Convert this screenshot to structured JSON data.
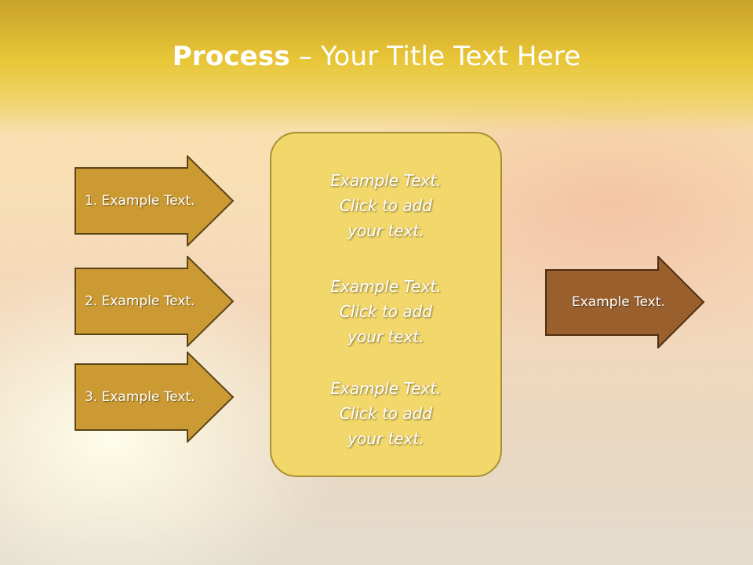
{
  "slide": {
    "title_bold": "Process",
    "title_rest": " – Your Title Text Here"
  },
  "inputs": [
    {
      "label": "1. Example Text."
    },
    {
      "label": "2. Example Text."
    },
    {
      "label": "3. Example Text."
    }
  ],
  "center": {
    "blocks": [
      {
        "lines": [
          "Example Text.",
          "Click  to add",
          "your text."
        ]
      },
      {
        "lines": [
          "Example Text.",
          "Click  to add",
          "your text."
        ]
      },
      {
        "lines": [
          "Example Text.",
          "Click  to add",
          "your text."
        ]
      }
    ]
  },
  "output": {
    "label": "Example Text."
  },
  "colors": {
    "input_arrow_fill": "#cc9a32",
    "input_arrow_stroke": "#5a4418",
    "output_arrow_fill": "#99602e",
    "output_arrow_stroke": "#4e2e12",
    "center_fill": "#f2d76b",
    "center_stroke": "#a88f32"
  }
}
